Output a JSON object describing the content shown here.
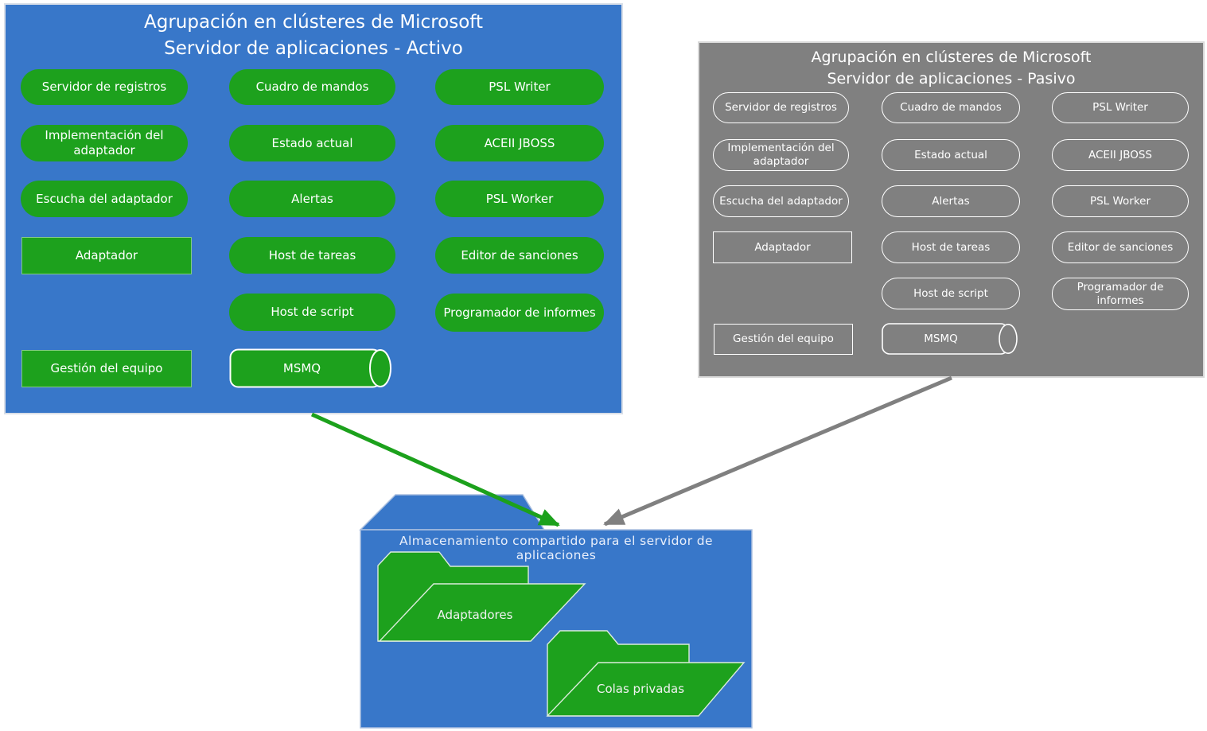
{
  "active_cluster": {
    "title_line1": "Agrupación en clústeres de Microsoft",
    "title_line2": "Servidor de aplicaciones - Activo",
    "nodes": [
      {
        "label": "Servidor de registros",
        "shape": "rounded"
      },
      {
        "label": "Cuadro de mandos",
        "shape": "rounded"
      },
      {
        "label": "PSL Writer",
        "shape": "rounded"
      },
      {
        "label": "Implementación del adaptador",
        "shape": "rounded"
      },
      {
        "label": "Estado actual",
        "shape": "rounded"
      },
      {
        "label": "ACEII JBOSS",
        "shape": "rounded"
      },
      {
        "label": "Escucha del adaptador",
        "shape": "rounded"
      },
      {
        "label": "Alertas",
        "shape": "rounded"
      },
      {
        "label": "PSL Worker",
        "shape": "rounded"
      },
      {
        "label": "Adaptador",
        "shape": "rectangle"
      },
      {
        "label": "Host de tareas",
        "shape": "rounded"
      },
      {
        "label": "Editor de sanciones",
        "shape": "rounded"
      },
      {
        "label": "Host de script",
        "shape": "rounded"
      },
      {
        "label": "Programador de informes",
        "shape": "rounded"
      },
      {
        "label": "Gestión del equipo",
        "shape": "rectangle"
      },
      {
        "label": "MSMQ",
        "shape": "cylinder"
      }
    ]
  },
  "passive_cluster": {
    "title_line1": "Agrupación en clústeres de Microsoft",
    "title_line2": "Servidor de aplicaciones - Pasivo",
    "nodes": [
      {
        "label": "Servidor de registros",
        "shape": "rounded"
      },
      {
        "label": "Cuadro de mandos",
        "shape": "rounded"
      },
      {
        "label": "PSL Writer",
        "shape": "rounded"
      },
      {
        "label": "Implementación del adaptador",
        "shape": "rounded"
      },
      {
        "label": "Estado actual",
        "shape": "rounded"
      },
      {
        "label": "ACEII JBOSS",
        "shape": "rounded"
      },
      {
        "label": "Escucha del adaptador",
        "shape": "rounded"
      },
      {
        "label": "Alertas",
        "shape": "rounded"
      },
      {
        "label": "PSL Worker",
        "shape": "rounded"
      },
      {
        "label": "Adaptador",
        "shape": "rectangle"
      },
      {
        "label": "Host de tareas",
        "shape": "rounded"
      },
      {
        "label": "Editor de sanciones",
        "shape": "rounded"
      },
      {
        "label": "Host de script",
        "shape": "rounded"
      },
      {
        "label": "Programador de informes",
        "shape": "rounded"
      },
      {
        "label": "Gestión del equipo",
        "shape": "rectangle"
      },
      {
        "label": "MSMQ",
        "shape": "cylinder"
      }
    ]
  },
  "storage": {
    "title": "Almacenamiento compartido para el servidor de aplicaciones",
    "folders": [
      {
        "label": "Adaptadores"
      },
      {
        "label": "Colas privadas"
      }
    ]
  },
  "connections": [
    {
      "from": "active-cluster",
      "to": "shared-storage",
      "color": "#1CA11C"
    },
    {
      "from": "passive-cluster",
      "to": "shared-storage",
      "color": "#808080"
    }
  ],
  "colors": {
    "node_green": "#1DA11D",
    "cluster_blue": "#3877C9",
    "passive_gray": "#808080",
    "text_white": "#FFFFFF"
  }
}
